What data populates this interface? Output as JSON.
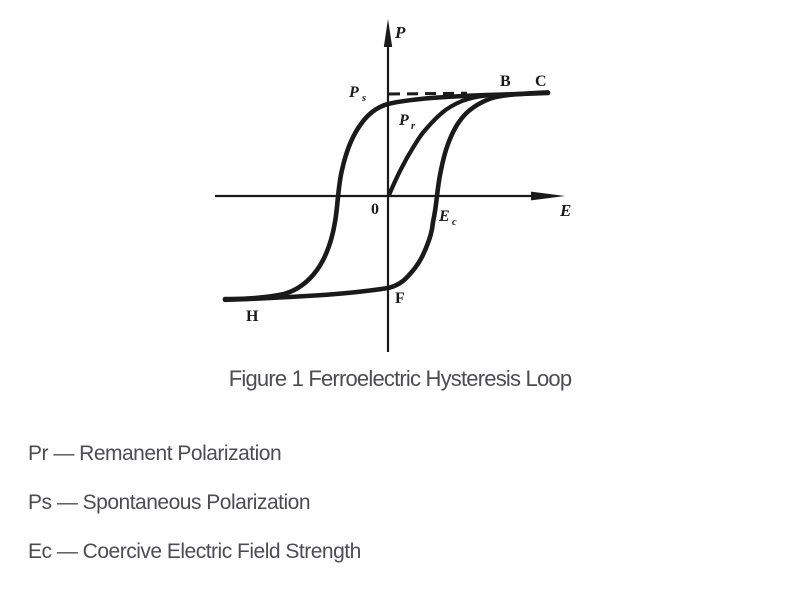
{
  "figure": {
    "axis_labels": {
      "y": "P",
      "x": "E",
      "origin": "0"
    },
    "quantity_labels": {
      "ps_main": "P",
      "ps_sub": "s",
      "pr_main": "P",
      "pr_sub": "r",
      "ec_main": "E",
      "ec_sub": "c"
    },
    "point_labels": {
      "b": "B",
      "c": "C",
      "f": "F",
      "h": "H"
    }
  },
  "caption": "Figure 1 Ferroelectric Hysteresis Loop",
  "legend": {
    "items": [
      "Pr — Remanent Polarization",
      "Ps — Spontaneous Polarization",
      "Ec — Coercive Electric Field Strength"
    ]
  },
  "colors": {
    "ink": "#1a1a1a",
    "text": "#4c4c51",
    "background": "#ffffff"
  }
}
